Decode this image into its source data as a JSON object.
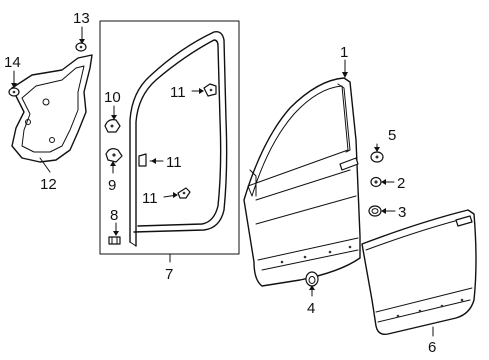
{
  "diagram": {
    "callouts": [
      {
        "id": "c1",
        "label": "1"
      },
      {
        "id": "c2",
        "label": "2"
      },
      {
        "id": "c3",
        "label": "3"
      },
      {
        "id": "c4",
        "label": "4"
      },
      {
        "id": "c5",
        "label": "5"
      },
      {
        "id": "c6",
        "label": "6"
      },
      {
        "id": "c7",
        "label": "7"
      },
      {
        "id": "c8",
        "label": "8"
      },
      {
        "id": "c9",
        "label": "9"
      },
      {
        "id": "c10",
        "label": "10"
      },
      {
        "id": "c11a",
        "label": "11"
      },
      {
        "id": "c11b",
        "label": "11"
      },
      {
        "id": "c11c",
        "label": "11"
      },
      {
        "id": "c12",
        "label": "12"
      },
      {
        "id": "c13",
        "label": "13"
      },
      {
        "id": "c14",
        "label": "14"
      }
    ]
  }
}
